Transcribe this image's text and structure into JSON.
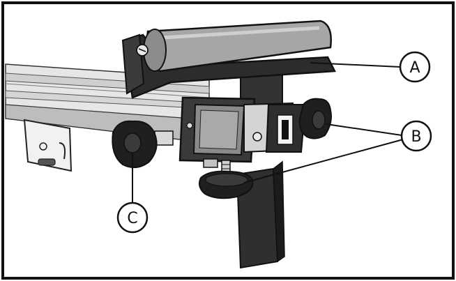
{
  "callouts": {
    "a": "A",
    "b": "B",
    "c": "C"
  },
  "colors": {
    "frame": "#111111",
    "rail_light": "#e4e4e4",
    "rail_mid": "#c9c9c9",
    "bracket_dark": "#2b2b2b",
    "roller": "#9a9a9a",
    "knob": "#1f1f1f"
  }
}
